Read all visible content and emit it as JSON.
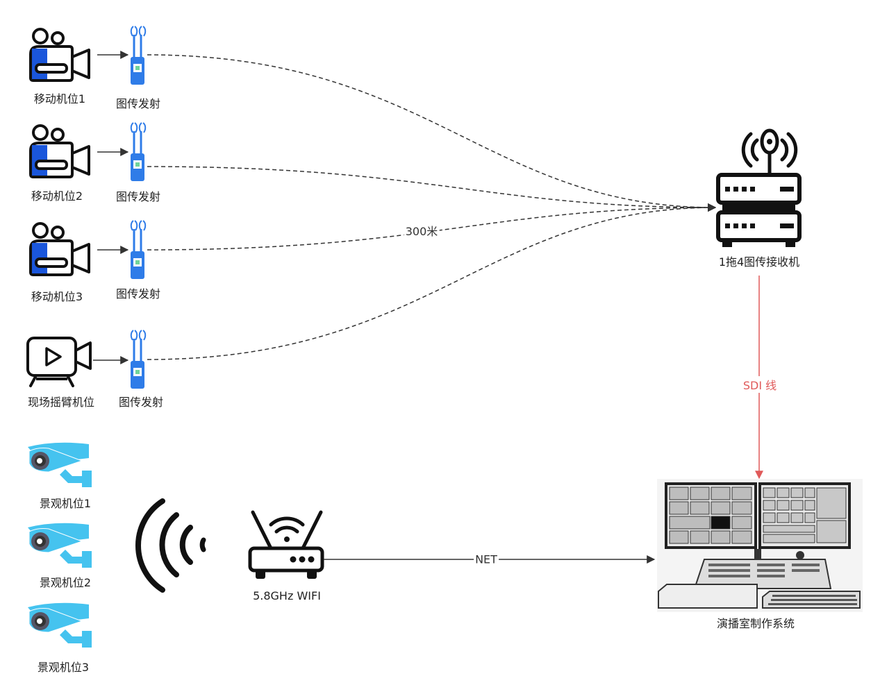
{
  "nodes": {
    "cam1": {
      "label": "移动机位1"
    },
    "cam2": {
      "label": "移动机位2"
    },
    "cam3": {
      "label": "移动机位3"
    },
    "crane": {
      "label": "现场摇臂机位"
    },
    "tx1": {
      "label": "图传发射"
    },
    "tx2": {
      "label": "图传发射"
    },
    "tx3": {
      "label": "图传发射"
    },
    "tx4": {
      "label": "图传发射"
    },
    "receiver": {
      "label": "1拖4图传接收机"
    },
    "studio": {
      "label": "演播室制作系统"
    },
    "wifi": {
      "label": "5.8GHz WIFI"
    },
    "view1": {
      "label": "景观机位1"
    },
    "view2": {
      "label": "景观机位2"
    },
    "view3": {
      "label": "景观机位3"
    }
  },
  "edges": {
    "wireless": {
      "label": "300米"
    },
    "sdi": {
      "label": "SDI 线",
      "color": "#e05a5a"
    },
    "net": {
      "label": "NET"
    }
  },
  "colors": {
    "camera_blue": "#1a56db",
    "transmitter_blue": "#2f7ce8",
    "cctv_blue": "#45c3ef",
    "line": "#333333"
  }
}
